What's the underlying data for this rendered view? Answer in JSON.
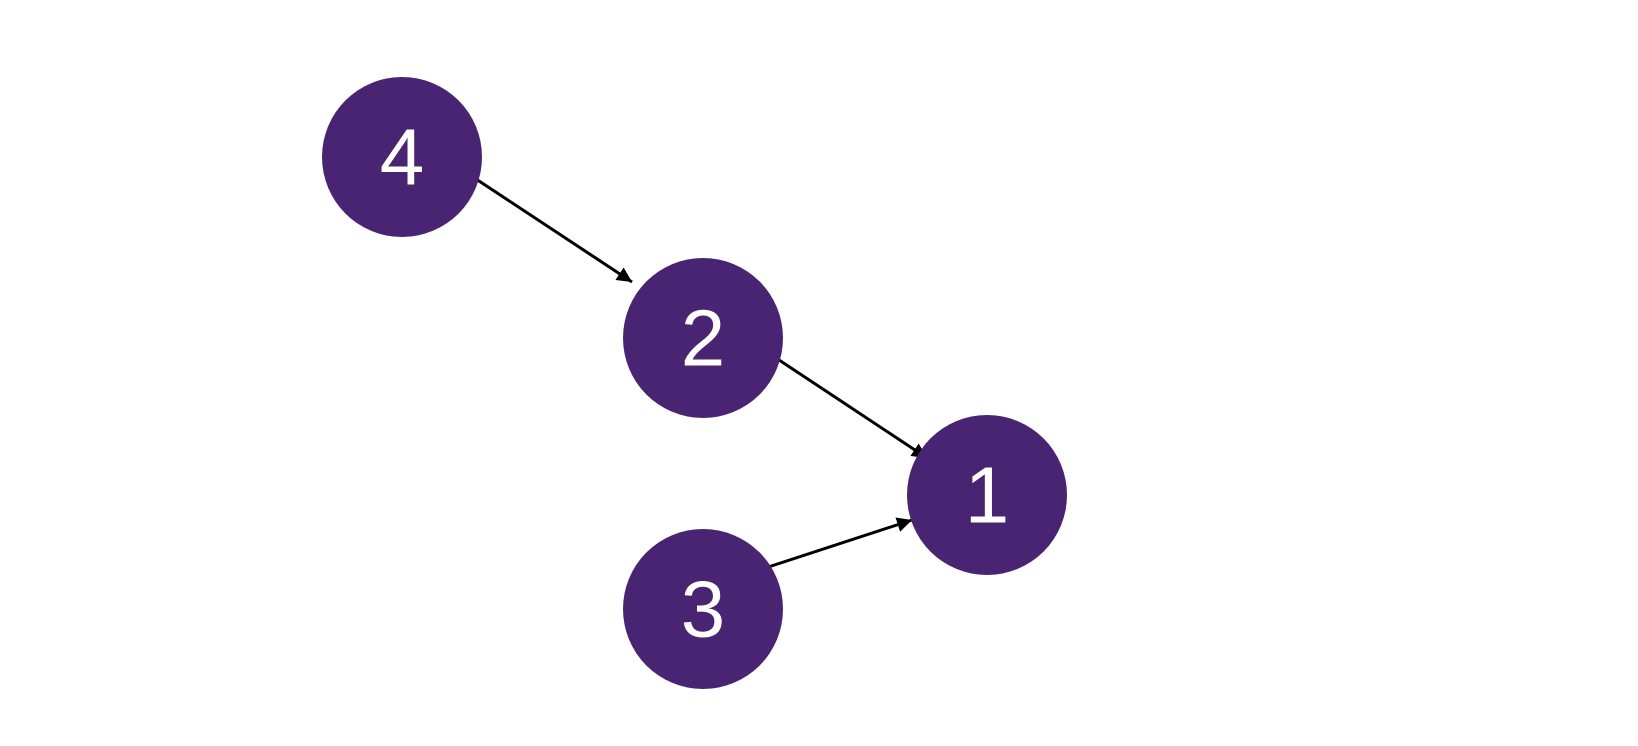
{
  "diagram": {
    "type": "directed-graph",
    "node_color": "#482472",
    "label_color": "#ffffff",
    "edge_color": "#000000",
    "nodes": [
      {
        "id": "1",
        "label": "1"
      },
      {
        "id": "2",
        "label": "2"
      },
      {
        "id": "3",
        "label": "3"
      },
      {
        "id": "4",
        "label": "4"
      }
    ],
    "edges": [
      {
        "from": "4",
        "to": "2"
      },
      {
        "from": "2",
        "to": "1"
      },
      {
        "from": "3",
        "to": "1"
      }
    ]
  }
}
